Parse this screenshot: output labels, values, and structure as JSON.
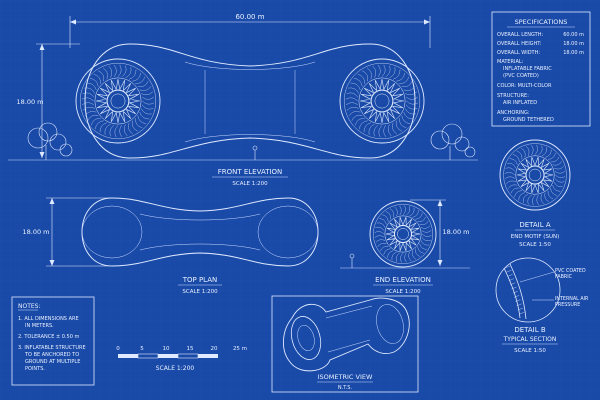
{
  "colors": {
    "background": "#1a4aa8",
    "line": "#dfeaff"
  },
  "dimensions": {
    "overall_length": "60.00 m",
    "front_height": "18.00 m",
    "top_width": "18.00 m",
    "end_height": "18.00 m"
  },
  "views": {
    "front": {
      "title": "FRONT ELEVATION",
      "scale": "SCALE 1:200"
    },
    "top": {
      "title": "TOP PLAN",
      "scale": "SCALE 1:200"
    },
    "end": {
      "title": "END ELEVATION",
      "scale": "SCALE 1:200"
    },
    "iso": {
      "title": "ISOMETRIC VIEW",
      "scale": "N.T.S."
    }
  },
  "detail_a": {
    "title": "DETAIL A",
    "subtitle": "END MOTIF (SUN)",
    "scale": "SCALE 1:50"
  },
  "detail_b": {
    "title": "DETAIL B",
    "subtitle": "TYPICAL SECTION",
    "scale": "SCALE 1:50",
    "label_fabric": [
      "PVC COATED",
      "FABRIC"
    ],
    "label_air": [
      "INTERNAL AIR",
      "PRESSURE"
    ]
  },
  "specifications": {
    "title": "SPECIFICATIONS",
    "lines": [
      {
        "label": "OVERALL LENGTH:",
        "value": "60.00 m"
      },
      {
        "label": "OVERALL HEIGHT:",
        "value": "18.00 m"
      },
      {
        "label": "OVERALL WIDTH:",
        "value": "18.00 m"
      },
      {
        "label": "MATERIAL:",
        "value": ""
      },
      {
        "label": "INFLATABLE FABRIC",
        "value": ""
      },
      {
        "label": "(PVC COATED)",
        "value": ""
      },
      {
        "label": "COLOR:  MULTI-COLOR",
        "value": ""
      },
      {
        "label": "STRUCTURE:",
        "value": ""
      },
      {
        "label": "AIR INFLATED",
        "value": ""
      },
      {
        "label": "ANCHORING:",
        "value": ""
      },
      {
        "label": "GROUND TETHERED",
        "value": ""
      }
    ]
  },
  "notes": {
    "title": "NOTES:",
    "lines": [
      "1.  ALL DIMENSIONS ARE",
      "IN METERS.",
      "2.  TOLERANCE ± 0.50 m",
      "3.  INFLATABLE STRUCTURE",
      "TO BE ANCHORED TO",
      "GROUND AT MULTIPLE",
      "POINTS."
    ]
  },
  "scale_bar": {
    "ticks": [
      "0",
      "5",
      "10",
      "15",
      "20",
      "25 m"
    ],
    "label": "SCALE 1:200"
  }
}
